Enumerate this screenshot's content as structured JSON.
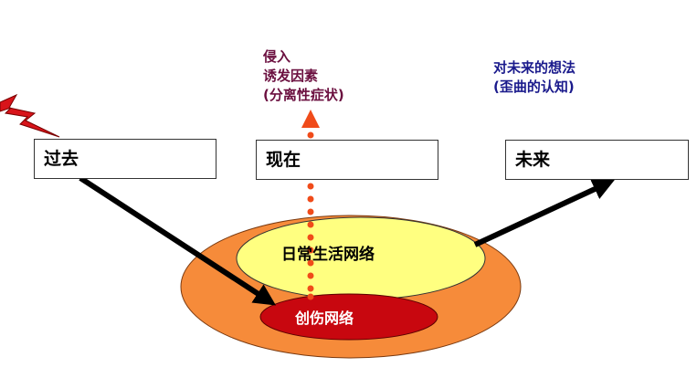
{
  "timeline": {
    "past": "过去",
    "present": "现在",
    "future": "未来"
  },
  "trigger_note": [
    "侵入",
    "诱发因素",
    "(分离性症状)"
  ],
  "future_note": [
    "对未来的想法",
    "(歪曲的认知)"
  ],
  "networks": {
    "daily": "日常生活网络",
    "trauma": "创伤网络"
  },
  "colors": {
    "outer": "#f68b3a",
    "daily": "#ffff80",
    "trauma": "#c8070f",
    "trigger_text": "#6b0f3f",
    "future_text": "#1a1a8c",
    "dots": "#f04b1a"
  }
}
